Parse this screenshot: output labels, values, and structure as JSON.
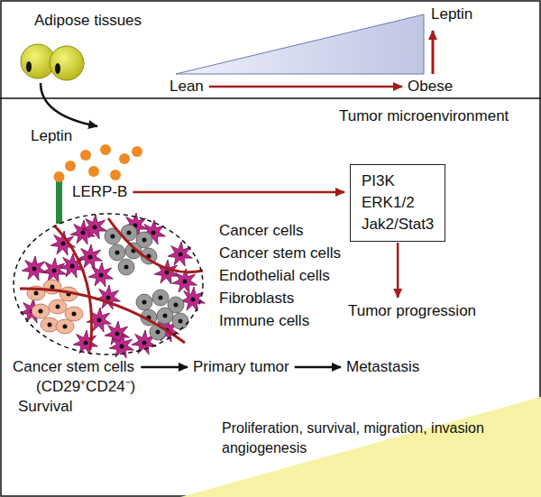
{
  "diagram": {
    "nodes": [
      {
        "text": [
          "Lean"
        ]
      },
      {
        "text": [
          "Obese"
        ]
      },
      {
        "text": [
          "LERP-B"
        ]
      },
      {
        "text": [
          "PI3K",
          "ERK1/2",
          "Jak2/Stat3"
        ]
      },
      {
        "text": [
          "Tumor progression"
        ]
      },
      {
        "text": [
          "Cancer stem cells",
          "(CD29⁺CD24⁻)",
          "Survival"
        ]
      },
      {
        "text": [
          "Primary tumor"
        ]
      },
      {
        "text": [
          "Metastasis"
        ]
      }
    ],
    "edges": [
      {
        "from": 0,
        "to": 1,
        "arrow": "to"
      },
      {
        "from": 2,
        "to": 3,
        "arrow": "to"
      },
      {
        "from": 3,
        "to": 4,
        "arrow": "to"
      },
      {
        "from": 5,
        "to": 6,
        "arrow": "to"
      },
      {
        "from": 6,
        "to": 7,
        "arrow": "to"
      }
    ],
    "labels": [
      "Adipose tissues",
      "Leptin",
      "Tumor microenvironment",
      "Leptin",
      "Cancer cells",
      "Cancer stem cells",
      "Endothelial cells",
      "Fibroblasts",
      "Immune cells",
      "Proliferation, survival, migration, invasion angiogenesis"
    ]
  }
}
